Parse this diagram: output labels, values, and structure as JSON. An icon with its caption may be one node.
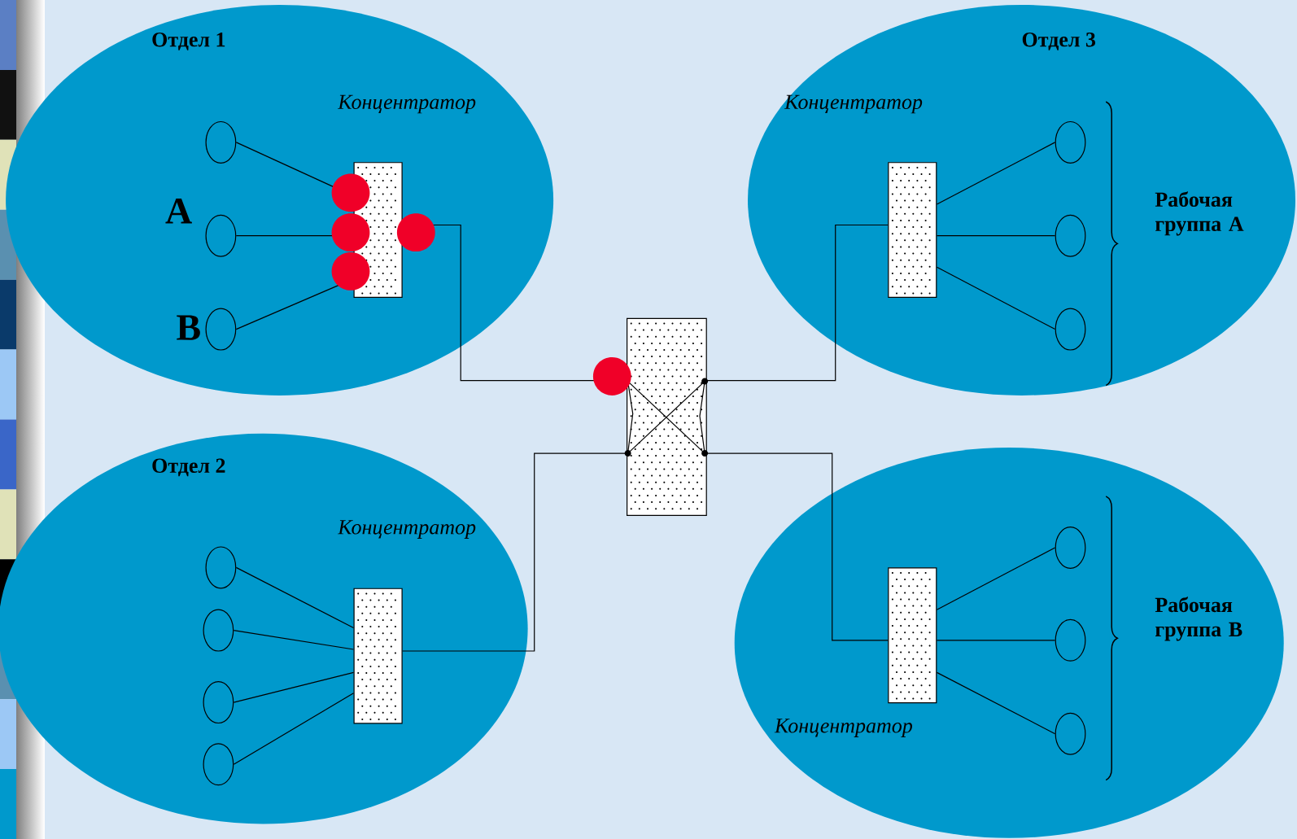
{
  "diagram": {
    "nodes": [
      {
        "text": [
          "Отдел 1"
        ]
      },
      {
        "text": [],
        "shape": "box",
        "in": 0,
        "beside": [
          "Концентратор"
        ]
      },
      {
        "text": [],
        "shape": "ellipse",
        "in": 0
      },
      {
        "text": [],
        "shape": "ellipse",
        "in": 0,
        "beside": [
          "A"
        ]
      },
      {
        "text": [],
        "shape": "ellipse",
        "in": 0,
        "beside": [
          "B"
        ]
      },
      {
        "text": [
          "Отдел 3"
        ]
      },
      {
        "text": [],
        "shape": "box",
        "in": 5,
        "beside": [
          "Концентратор"
        ]
      },
      {
        "text": [],
        "shape": "ellipse",
        "in": 5
      },
      {
        "text": [],
        "shape": "ellipse",
        "in": 5
      },
      {
        "text": [],
        "shape": "ellipse",
        "in": 5
      },
      {
        "text": [],
        "shape": "box"
      },
      {
        "text": [
          "Отдел 2"
        ]
      },
      {
        "text": [],
        "shape": "box",
        "in": 11,
        "beside": [
          "Концентратор"
        ]
      },
      {
        "text": [],
        "shape": "ellipse",
        "in": 11
      },
      {
        "text": [],
        "shape": "ellipse",
        "in": 11
      },
      {
        "text": [],
        "shape": "ellipse",
        "in": 11
      },
      {
        "text": [],
        "shape": "ellipse",
        "in": 11
      },
      {
        "text": [],
        "shape": "ellipse"
      },
      {
        "text": [],
        "shape": "box",
        "in": 17,
        "beside": [
          "Концентратор"
        ]
      },
      {
        "text": [],
        "shape": "ellipse",
        "in": 17
      },
      {
        "text": [],
        "shape": "ellipse",
        "in": 17
      },
      {
        "text": [],
        "shape": "ellipse",
        "in": 17
      }
    ],
    "edges": [
      {
        "from": 2,
        "to": 1,
        "arrow": "none"
      },
      {
        "from": 3,
        "to": 1,
        "arrow": "none"
      },
      {
        "from": 4,
        "to": 1,
        "arrow": "none"
      },
      {
        "from": 6,
        "to": 7,
        "arrow": "none"
      },
      {
        "from": 6,
        "to": 8,
        "arrow": "none"
      },
      {
        "from": 6,
        "to": 9,
        "arrow": "none"
      },
      {
        "from": 13,
        "to": 12,
        "arrow": "none"
      },
      {
        "from": 14,
        "to": 12,
        "arrow": "none"
      },
      {
        "from": 15,
        "to": 12,
        "arrow": "none"
      },
      {
        "from": 16,
        "to": 12,
        "arrow": "none"
      },
      {
        "from": 18,
        "to": 19,
        "arrow": "none"
      },
      {
        "from": 18,
        "to": 20,
        "arrow": "none"
      },
      {
        "from": 18,
        "to": 21,
        "arrow": "none"
      },
      {
        "from": 1,
        "to": 10,
        "arrow": "none"
      },
      {
        "from": 6,
        "to": 10,
        "arrow": "none"
      },
      {
        "from": 12,
        "to": 10,
        "arrow": "none"
      },
      {
        "from": 18,
        "to": 10,
        "arrow": "none"
      }
    ],
    "labels": [
      "Рабочая группа А",
      "Рабочая группа B"
    ]
  }
}
